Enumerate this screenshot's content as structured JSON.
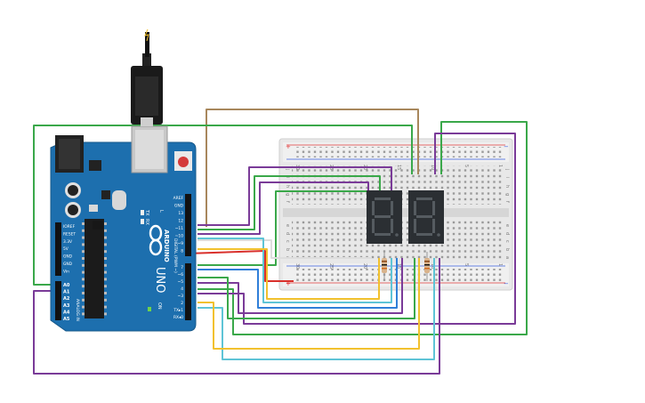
{
  "board": {
    "brand": "ARDUINO",
    "model": "UNO",
    "power_header_labels": [
      "IOREF",
      "RESET",
      "3.3V",
      "5V",
      "GND",
      "GND",
      "Vin"
    ],
    "analog_header_label": "ANALOG IN",
    "analog_pins": [
      "A0",
      "A1",
      "A2",
      "A3",
      "A4",
      "A5"
    ],
    "digital_header_label": "DIGITAL (PWM ~)",
    "top_header_labels": [
      "AREF",
      "GND",
      "13",
      "12",
      "~11",
      "~10",
      "~9",
      "8"
    ],
    "lower_header_labels": [
      "7",
      "~6",
      "~5",
      "4",
      "~3",
      "2",
      "TX▸1",
      "RX◂0"
    ],
    "tx_label": "TX",
    "rx_label": "RX",
    "l_label": "L",
    "on_label": "ON"
  },
  "breadboard": {
    "column_numbers": [
      "30",
      "25",
      "20",
      "15",
      "10",
      "5",
      "1"
    ],
    "row_letters_top": [
      "j",
      "i",
      "h",
      "g",
      "f"
    ],
    "row_letters_bottom": [
      "e",
      "d",
      "c",
      "b",
      "a"
    ],
    "rail_plus": "+",
    "rail_minus": "−"
  },
  "displays": {
    "count": 2,
    "segment_color": "#555b60"
  },
  "colors": {
    "board": "#1d6fae",
    "breadboard": "#e9e9e9",
    "wire_green": "#3aa84a",
    "wire_purple": "#7a3b98",
    "wire_brown": "#a8875c",
    "wire_yellow": "#f2c12e",
    "wire_red": "#d9302b",
    "wire_cyan": "#5ec4d6",
    "wire_blue": "#2f7fd8",
    "wire_white": "#dddddd"
  }
}
